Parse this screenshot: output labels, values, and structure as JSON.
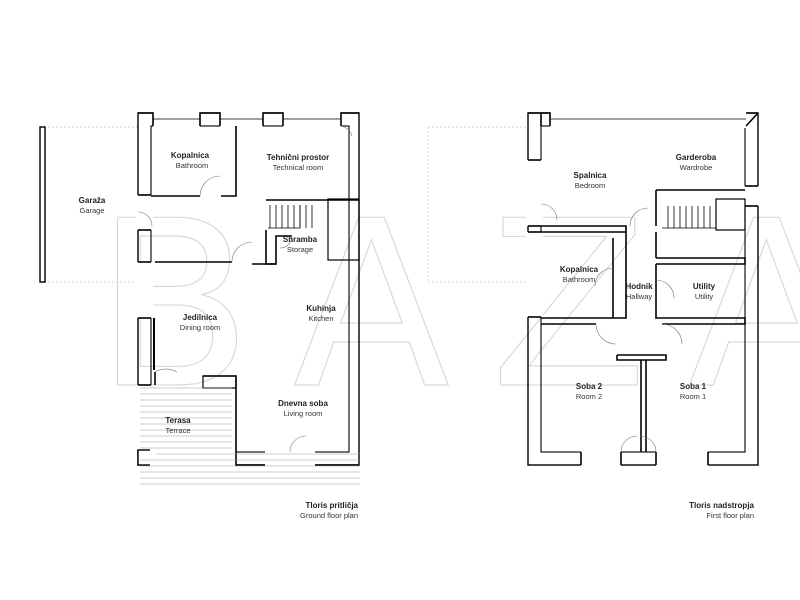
{
  "watermark": "BAZA",
  "plans": [
    {
      "title": "Tloris pritličja",
      "subtitle": "Ground floor plan",
      "rooms": [
        {
          "name": "Kopalnica",
          "sub": "Bathroom"
        },
        {
          "name": "Tehnični prostor",
          "sub": "Technical room"
        },
        {
          "name": "Garaža",
          "sub": "Garage"
        },
        {
          "name": "Shramba",
          "sub": "Storage"
        },
        {
          "name": "Jedilnica",
          "sub": "Dining room"
        },
        {
          "name": "Kuhinja",
          "sub": "Kitchen"
        },
        {
          "name": "Dnevna soba",
          "sub": "Living room"
        },
        {
          "name": "Terasa",
          "sub": "Terrace"
        }
      ]
    },
    {
      "title": "Tloris nadstropja",
      "subtitle": "First floor plan",
      "rooms": [
        {
          "name": "Spalnica",
          "sub": "Bedroom"
        },
        {
          "name": "Garderoba",
          "sub": "Wardrobe"
        },
        {
          "name": "Kopalnica",
          "sub": "Bathroom"
        },
        {
          "name": "Hodnik",
          "sub": "Hallway"
        },
        {
          "name": "Utility",
          "sub": "Utility"
        },
        {
          "name": "Soba 2",
          "sub": "Room 2"
        },
        {
          "name": "Soba 1",
          "sub": "Room 1"
        }
      ]
    }
  ]
}
